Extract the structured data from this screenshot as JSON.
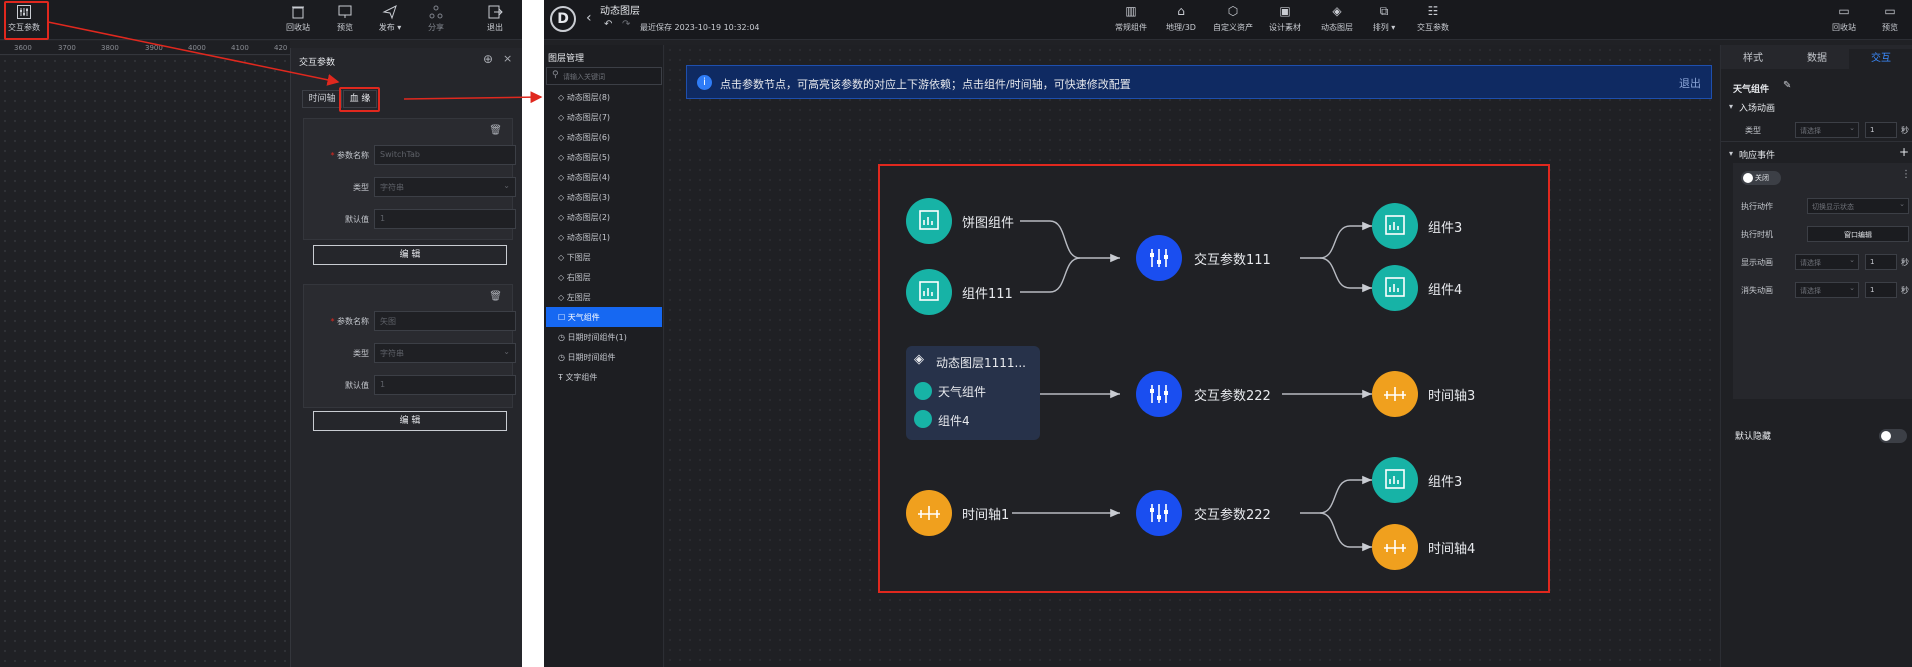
{
  "left": {
    "toolbar": {
      "interaction_params": "交互参数",
      "recycle": "回收站",
      "preview": "预览",
      "publish": "发布 ▾",
      "share": "分享",
      "exit": "退出"
    },
    "ruler": [
      "3600",
      "3700",
      "3800",
      "3900",
      "4000",
      "4100",
      "420"
    ],
    "panel": {
      "title": "交互参数",
      "tab_timeline": "时间轴",
      "tab_lineage": "血 缘",
      "cards": [
        {
          "name_label": "参数名称",
          "name_placeholder": "SwitchTab",
          "type_label": "类型",
          "type_value": "字符串",
          "default_label": "默认值",
          "default_placeholder": "1",
          "edit": "编 辑"
        },
        {
          "name_label": "参数名称",
          "name_placeholder": "矢图",
          "type_label": "类型",
          "type_value": "字符串",
          "default_label": "默认值",
          "default_placeholder": "1",
          "edit": "编 辑"
        }
      ]
    }
  },
  "right": {
    "header": {
      "title": "动态图层",
      "saved": "最近保存 2023-10-19 10:32:04",
      "tools": [
        "常规组件",
        "地理/3D",
        "自定义资产",
        "设计素材",
        "动态图层",
        "排列 ▾",
        "交互参数"
      ],
      "recycle": "回收站",
      "preview": "预览"
    },
    "layers": {
      "title": "图层管理",
      "search_placeholder": "请输入关键词",
      "items": [
        "动态图层(8)",
        "动态图层(7)",
        "动态图层(6)",
        "动态图层(5)",
        "动态图层(4)",
        "动态图层(3)",
        "动态图层(2)",
        "动态图层(1)",
        "下图层",
        "右图层",
        "左图层",
        "天气组件",
        "日期时间组件(1)",
        "日期时间组件",
        "文字组件"
      ],
      "selected_index": 11
    },
    "banner": {
      "text": "点击参数节点，可高亮该参数的对应上下游依赖；点击组件/时间轴，可快速修改配置",
      "exit": "退出"
    },
    "graph": {
      "nodes": {
        "pie": "饼图组件",
        "comp111": "组件111",
        "param111": "交互参数111",
        "comp3a": "组件3",
        "comp4a": "组件4",
        "group_title": "动态图层1111...",
        "weather": "天气组件",
        "comp4b": "组件4",
        "param222a": "交互参数222",
        "timeline3": "时间轴3",
        "timeline1": "时间轴1",
        "param222b": "交互参数222",
        "comp3b": "组件3",
        "timeline4": "时间轴4"
      },
      "colors": {
        "teal": "#17b3a6",
        "blue": "#1a4ef0",
        "orange": "#f0a01e"
      }
    },
    "props": {
      "tabs": [
        "样式",
        "数据",
        "交互"
      ],
      "active_tab": "交互",
      "component_name": "天气组件",
      "enter_anim": "入场动画",
      "type_label": "类型",
      "select_placeholder": "请选择",
      "seconds_value": "1",
      "seconds_unit": "秒",
      "response_events": "响应事件",
      "toggle_label": "关闭",
      "exec_action": "执行动作",
      "exec_action_value": "切换显示状态",
      "exec_time": "执行时机",
      "window_edit": "窗口编辑",
      "show_anim": "显示动画",
      "hide_anim": "消失动画",
      "default_hidden": "默认隐藏"
    }
  }
}
